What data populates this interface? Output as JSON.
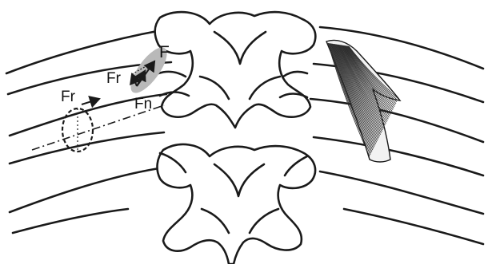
{
  "figure": {
    "labels": {
      "friction_left": "Fr",
      "friction_right": "Fr",
      "resultant": "F",
      "normal": "Fn"
    },
    "colors": {
      "line": "#1a1a1a",
      "highlight": "#b9b9b9",
      "background": "#ffffff"
    }
  }
}
